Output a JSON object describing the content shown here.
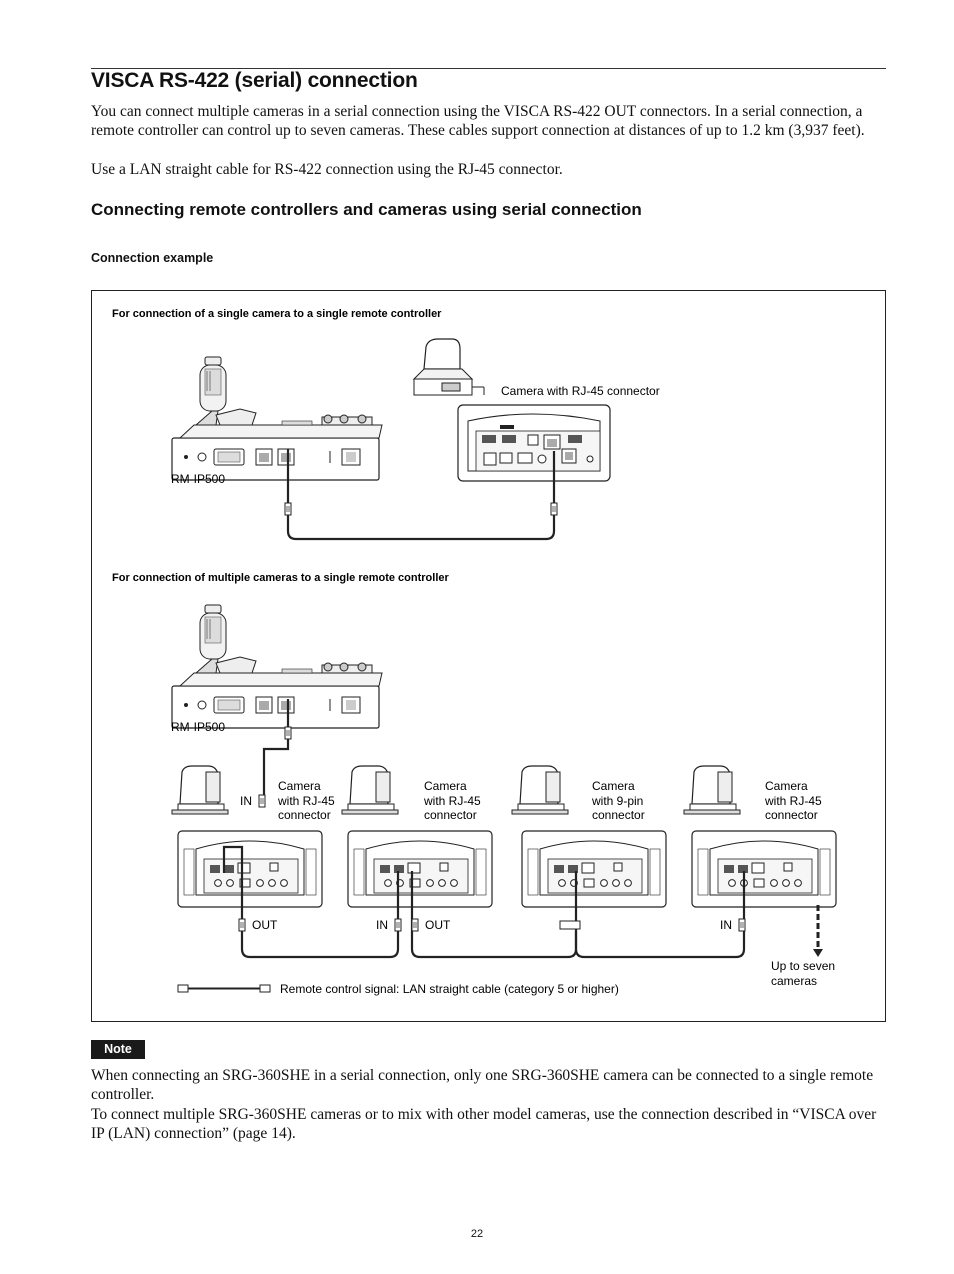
{
  "section": {
    "title": "VISCA RS-422 (serial) connection",
    "intro_1": "You can connect multiple cameras in a serial connection using the VISCA RS-422 OUT connectors. In a serial connection, a remote controller can control up to seven cameras. These cables support connection at distances of up to 1.2 km (3,937 feet).",
    "intro_2": "Use a LAN straight cable for RS-422 connection using the RJ-45 connector."
  },
  "subsection": {
    "title": "Connecting remote controllers and cameras using serial connection",
    "example_heading": "Connection example"
  },
  "figure": {
    "single": {
      "caption": "For connection of a single camera to a single remote controller",
      "controller_label": "RM-IP500",
      "camera_label": "Camera with RJ-45 connector"
    },
    "multiple": {
      "caption": "For connection of multiple cameras to a single remote controller",
      "controller_label": "RM-IP500",
      "cam1_line1": "Camera",
      "cam1_line2": "with RJ-45",
      "cam1_line3": "connector",
      "cam2_line1": "Camera",
      "cam2_line2": "with RJ-45",
      "cam2_line3": "connector",
      "cam3_line1": "Camera",
      "cam3_line2": "with 9-pin",
      "cam3_line3": "connector",
      "cam4_line1": "Camera",
      "cam4_line2": "with RJ-45",
      "cam4_line3": "connector",
      "in_label": "IN",
      "out_label": "OUT",
      "more_line1": "Up to seven",
      "more_line2": "cameras"
    },
    "legend": "Remote control signal: LAN straight cable (category 5 or higher)"
  },
  "note": {
    "badge": "Note",
    "text_1": "When connecting an SRG-360SHE in a serial connection, only one SRG-360SHE camera can be connected to a single remote controller.",
    "text_2": "To connect multiple SRG-360SHE cameras or to mix with other model cameras, use the connection described in “VISCA over IP (LAN) connection” (page 14)."
  },
  "page_number": "22"
}
